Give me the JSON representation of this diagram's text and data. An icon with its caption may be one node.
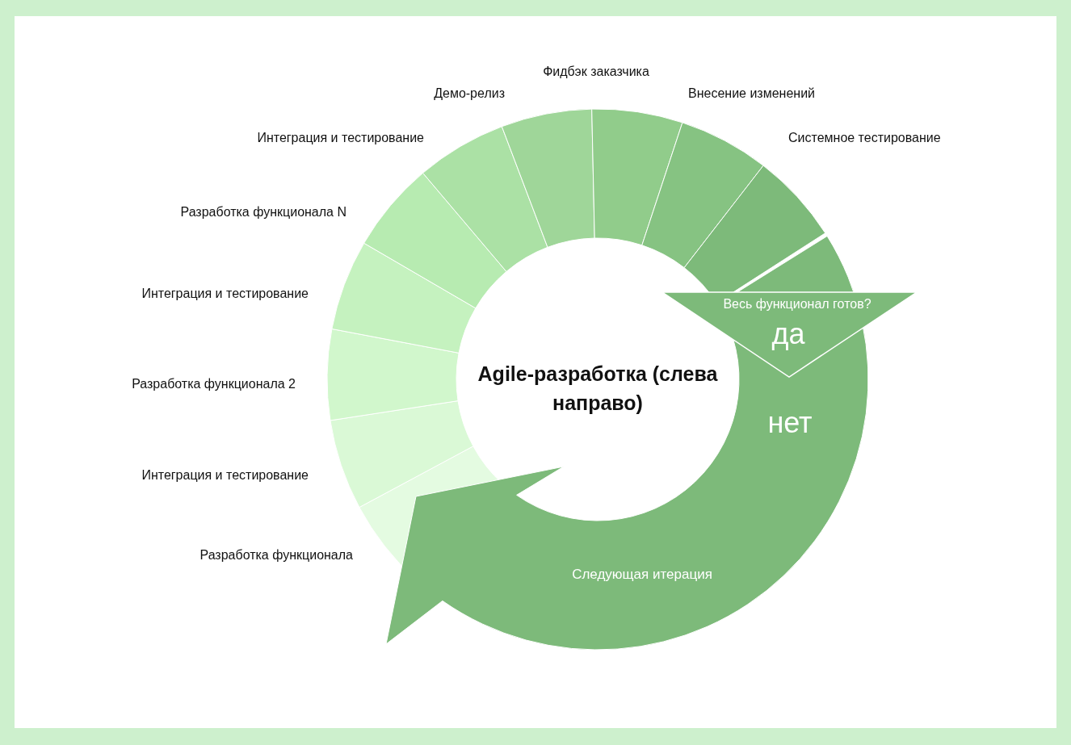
{
  "diagram": {
    "title": "Agile-разработка (слева направо)",
    "nodes": [
      {
        "text": [
          "Разработка функционала"
        ]
      },
      {
        "text": [
          "Интеграция и тестирование"
        ]
      },
      {
        "text": [
          "Разработка функционала 2"
        ]
      },
      {
        "text": [
          "Интеграция и тестирование"
        ]
      },
      {
        "text": [
          "Разработка функционала N"
        ]
      },
      {
        "text": [
          "Интеграция и тестирование"
        ]
      },
      {
        "text": [
          "Демо-релиз"
        ]
      },
      {
        "text": [
          "Фидбэк заказчика"
        ]
      },
      {
        "text": [
          "Внесение изменений"
        ]
      },
      {
        "text": [
          "Системное тестирование"
        ]
      },
      {
        "text": [
          "Весь функционал готов?",
          "да"
        ]
      },
      {
        "text": [
          "нет",
          "Следующая итерация"
        ]
      }
    ]
  }
}
